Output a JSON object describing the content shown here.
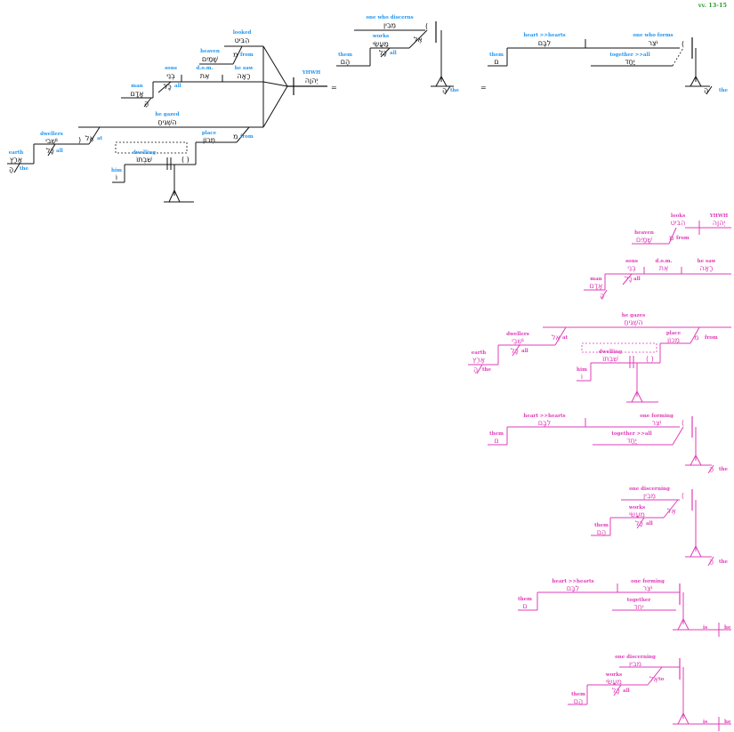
{
  "verse_ref": "vv. 13-15",
  "colors": {
    "gloss": "#2196f3",
    "alt": "#e03cb8",
    "ref": "#2e9e2e",
    "line": "#111111"
  },
  "v13": {
    "subject_gloss": "YHWH",
    "subject_he": "יְהוָה",
    "looked_gloss": "looked",
    "looked_he": "הִבִּיט",
    "heaven_gloss": "heaven",
    "heaven_he": "שָׁמַיִם",
    "from1": "from",
    "min1": "מִ",
    "he_saw_gloss": "he saw",
    "he_saw_he": "רָאָה",
    "dom_gloss": "d.o.m.",
    "dom_he": "אֵת",
    "sons_gloss": "sons",
    "sons_he": "בְּנֵי",
    "all1": "all",
    "kol1": "כָּל",
    "man_gloss": "man",
    "man_he": "אָדָם",
    "ha1": "הָ"
  },
  "v14": {
    "gazed_gloss": "he gazed",
    "gazed_he": "הִשְׁגִּיחַ",
    "place_gloss": "place",
    "place_he": "מְכוֹן",
    "from2": "from",
    "min2": "מִ",
    "dwelling_gloss": "dwelling",
    "dwelling_he": "שִׁבְתּוֹ",
    "him_gloss": "him",
    "him_he": "וֹ",
    "paren": "( )",
    "dwellers_gloss": "dwellers",
    "dwellers_he": "יֹשְׁבֵי",
    "at_gloss": "at",
    "el_he": "אֶל",
    "all2": "all",
    "kol2": "כָּל",
    "earth_gloss": "earth",
    "earth_he": "אָרֶץ",
    "the1": "the",
    "ha2": "הָ"
  },
  "v15": {
    "eq1": "=",
    "eq2": "=",
    "discerns_gloss": "one who discerns",
    "discerns_he": "מֵבִין",
    "works_gloss": "works",
    "works_he": "מַעֲשֵׂי",
    "el2": "אֶל",
    "all3": "all",
    "kol3": "כָּל",
    "them1_gloss": "them",
    "them1_he": "הֶם",
    "the2": "the",
    "ha3": "הַ",
    "forms_gloss": "one who forms",
    "forms_he": "יֹצֵר",
    "heart_gloss": "heart >>hearts",
    "heart_he": "לִבָּם",
    "together_gloss": "together >>all",
    "together_he": "יַחַד",
    "them2_gloss": "them",
    "them2_he": "ם",
    "the3": "the",
    "ha4": "הַ"
  },
  "alt": {
    "a_yhwh_gloss": "YHWH",
    "a_yhwh_he": "יְהוָה",
    "a_looks_gloss": "looks",
    "a_looks_he": "הִבִּיט",
    "a_heaven_gloss": "heaven",
    "a_heaven_he": "שָׁמַיִם",
    "a_from1": "from",
    "a_min1": "מִ",
    "a_sons_gloss": "sons",
    "a_sons_he": "בְּנֵי",
    "a_dom_gloss": "d.o.m.",
    "a_dom_he": "אֵת",
    "a_saw_gloss": "he saw",
    "a_saw_he": "רָאָה",
    "a_all1": "all",
    "a_kol1": "כָּל",
    "a_man_gloss": "man",
    "a_man_he": "אָדָם",
    "a_ha1": "הָ",
    "a_gazes_gloss": "he gazes",
    "a_gazes_he": "הִשְׁגִּיחַ",
    "a_dwellers_gloss": "dwellers",
    "a_dwellers_he": "יֹשְׁבֵי",
    "a_at": "at",
    "a_el1": "אֶל",
    "a_place_gloss": "place",
    "a_place_he": "מְכוֹן",
    "a_from2": "from",
    "a_min2": "מִ",
    "a_all2": "all",
    "a_kol2": "כָּל",
    "a_dwelling_gloss": "dwelling",
    "a_dwelling_he": "שִׁבְתּוֹ",
    "a_paren": "( )",
    "a_earth_gloss": "earth",
    "a_earth_he": "אָרֶץ",
    "a_the1": "the",
    "a_ha2": "הָ",
    "a_him_gloss": "him",
    "a_him_he": "וֹ",
    "a_heart1_gloss": "heart >>hearts",
    "a_heart1_he": "לִבָּם",
    "a_forming1_gloss": "one forming",
    "a_forming1_he": "יֹצֵר",
    "a_them1_gloss": "them",
    "a_them1_he": "ם",
    "a_together1_gloss": "together >>all",
    "a_together1_he": "יַחַד",
    "a_the2": "the",
    "a_ha3": "הַ",
    "a_disc1_gloss": "one discerning",
    "a_disc1_he": "מֵבִין",
    "a_works1_gloss": "works",
    "a_works1_he": "מַעֲשֵׂי",
    "a_el2": "אֶל",
    "a_all3": "all",
    "a_kol3": "כָּל",
    "a_them2_gloss": "them",
    "a_them2_he": "הֶם",
    "a_the3": "the",
    "a_ha4": "הַ",
    "a_heart2_gloss": "heart >>hearts",
    "a_heart2_he": "לִבָּם",
    "a_forming2_gloss": "one forming",
    "a_forming2_he": "יֹצֵר",
    "a_them3_gloss": "them",
    "a_them3_he": "ם",
    "a_together2_gloss": "together",
    "a_together2_he": "יַחַד",
    "a_is1": "is",
    "a_he1": "he",
    "a_disc2_gloss": "one discerning",
    "a_disc2_he": "מֵבִין",
    "a_works2_gloss": "works",
    "a_works2_he": "מַעֲשֵׂי",
    "a_el3": "אֶל",
    "a_to": "to",
    "a_all4": "all",
    "a_kol4": "כָּל",
    "a_them4_gloss": "them",
    "a_them4_he": "הֶם",
    "a_is2": "is",
    "a_he2": "he"
  }
}
